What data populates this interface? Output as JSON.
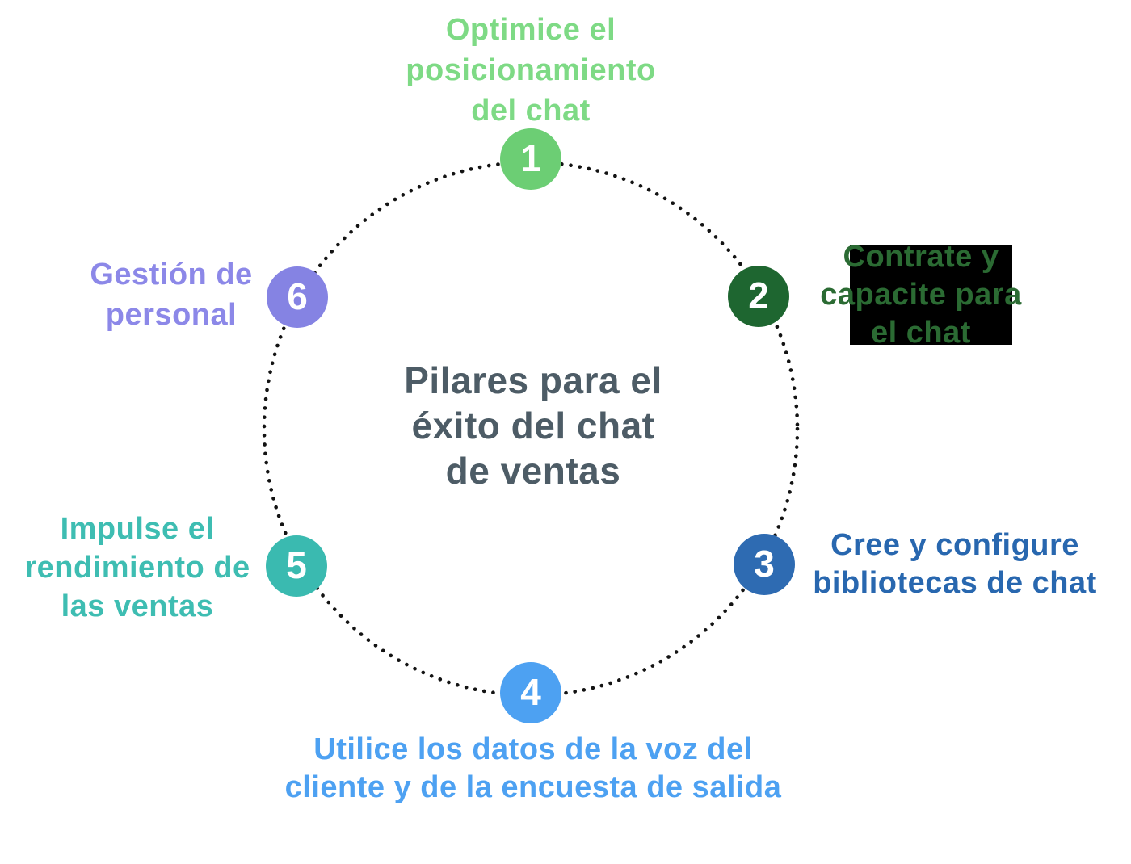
{
  "title": {
    "text": "Pilares para el\néxito del chat\nde ventas",
    "color": "#4D5C66"
  },
  "ring": {
    "dot_color": "#131313"
  },
  "number_color": "#FFFFFF",
  "nodes": [
    {
      "number": "1",
      "label": "Optimice el\nposicionamiento\ndel chat",
      "circle_color": "#6CCE74",
      "label_color": "#7EDA85"
    },
    {
      "number": "2",
      "label": "Contrate y\ncapacite para\nel chat",
      "circle_color": "#1E6630",
      "label_color": "#2B6B33",
      "label_bg": "#000000"
    },
    {
      "number": "3",
      "label": "Cree y configure\nbibliotecas de chat",
      "circle_color": "#2E6BB2",
      "label_color": "#2867AF"
    },
    {
      "number": "4",
      "label": "Utilice los datos de la voz del\ncliente y de la encuesta de salida",
      "circle_color": "#4DA1F2",
      "label_color": "#4DA1F2"
    },
    {
      "number": "5",
      "label": "Impulse el\nrendimiento de\nlas ventas",
      "circle_color": "#3ABAB0",
      "label_color": "#3EBDB2"
    },
    {
      "number": "6",
      "label": "Gestión de\npersonal",
      "circle_color": "#8583E3",
      "label_color": "#8C88E8"
    }
  ]
}
